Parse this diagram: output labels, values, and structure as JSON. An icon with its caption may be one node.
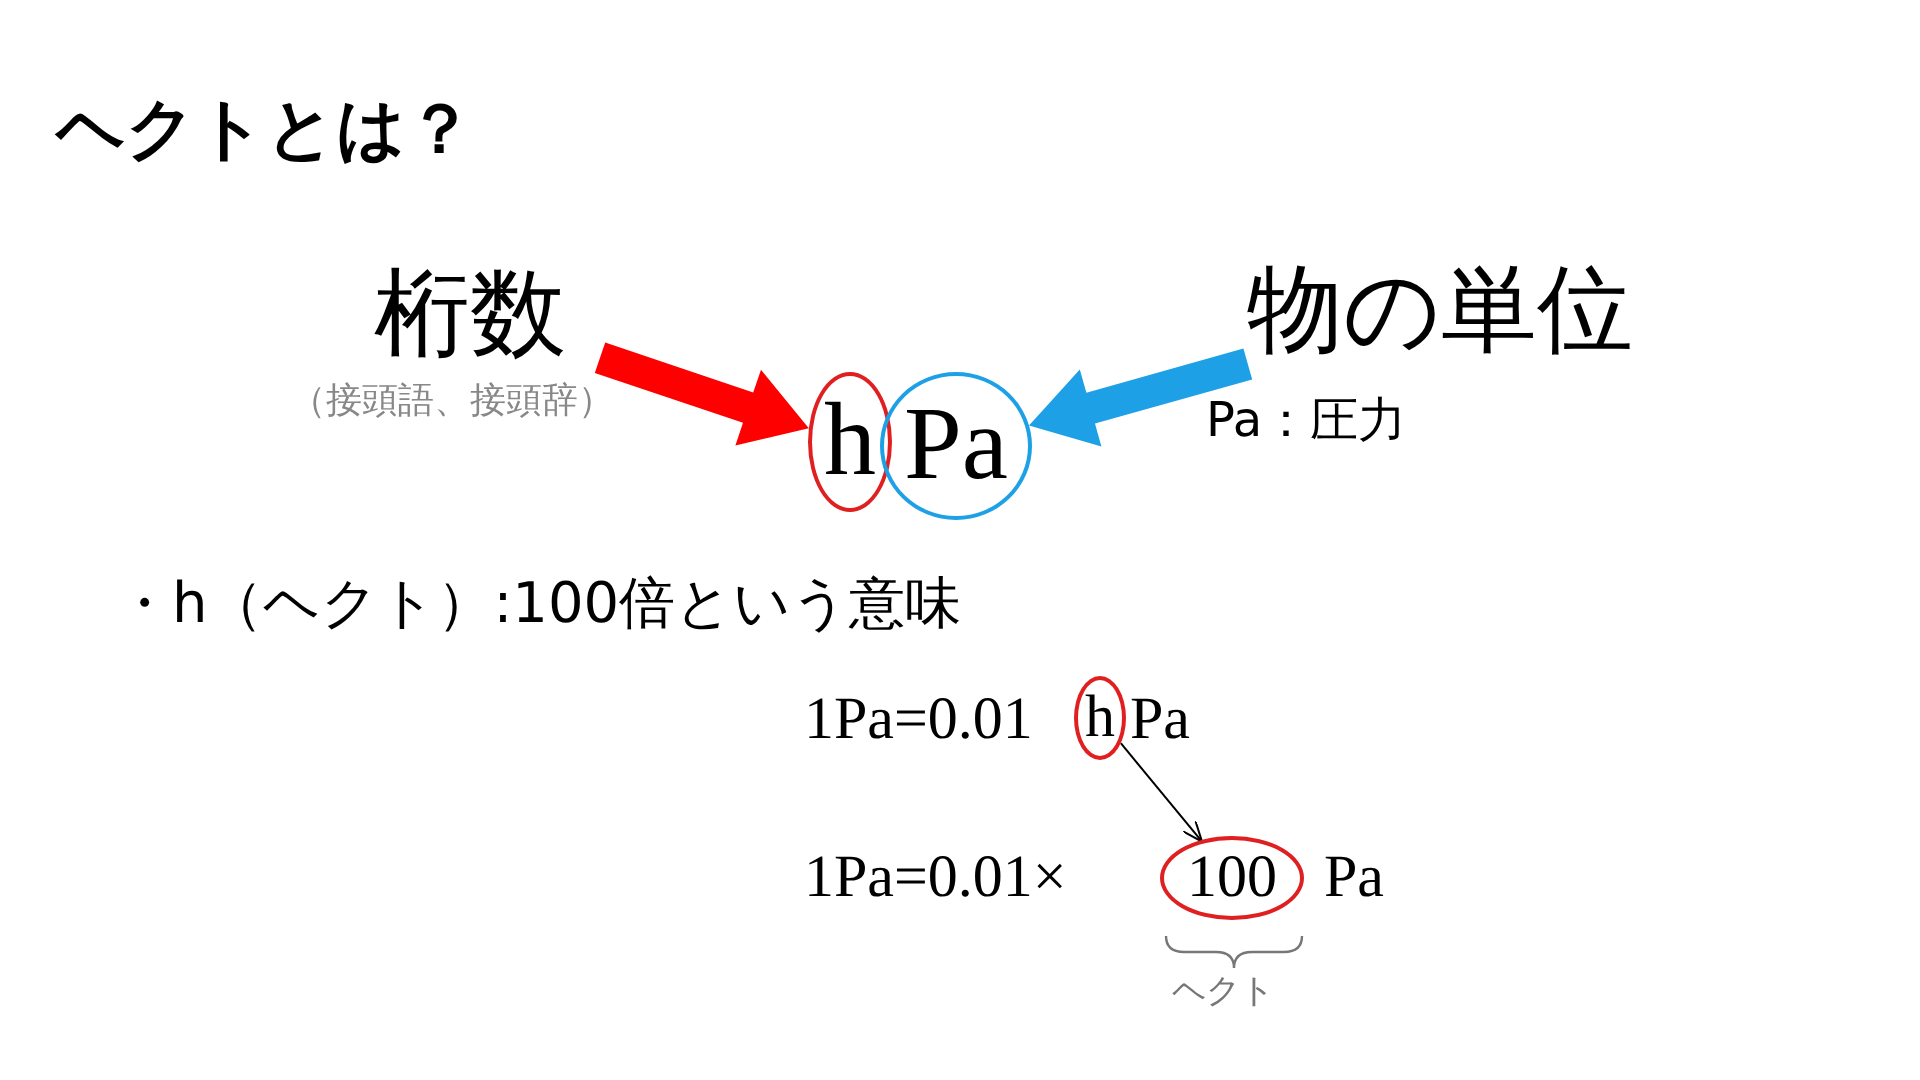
{
  "diagram": {
    "title": "ヘクトとは？",
    "nodes": [
      {
        "text": [
          "桁数"
        ],
        "beside": [
          "（接頭語、接頭辞）"
        ]
      },
      {
        "text": [
          "物の単位"
        ],
        "beside": [
          "Pa：圧力"
        ]
      },
      {
        "text": [
          "h"
        ]
      },
      {
        "text": [
          "Pa"
        ]
      },
      {
        "text": [
          "h"
        ]
      },
      {
        "text": [
          "100"
        ],
        "beside": [
          "ヘクト"
        ]
      }
    ],
    "edges": [
      {
        "from": 0,
        "to": 2,
        "arrow": "to",
        "style": "thick",
        "color": "#ff0000"
      },
      {
        "from": 1,
        "to": 3,
        "arrow": "to",
        "style": "thick",
        "color": "#1ea0e6"
      },
      {
        "from": 4,
        "to": 5,
        "arrow": "to",
        "color": "#000000"
      }
    ],
    "labels": [
      "・h（ヘクト）:100倍という意味",
      "1Pa=0.01",
      "Pa",
      "1Pa=0.01×",
      "Pa"
    ]
  }
}
